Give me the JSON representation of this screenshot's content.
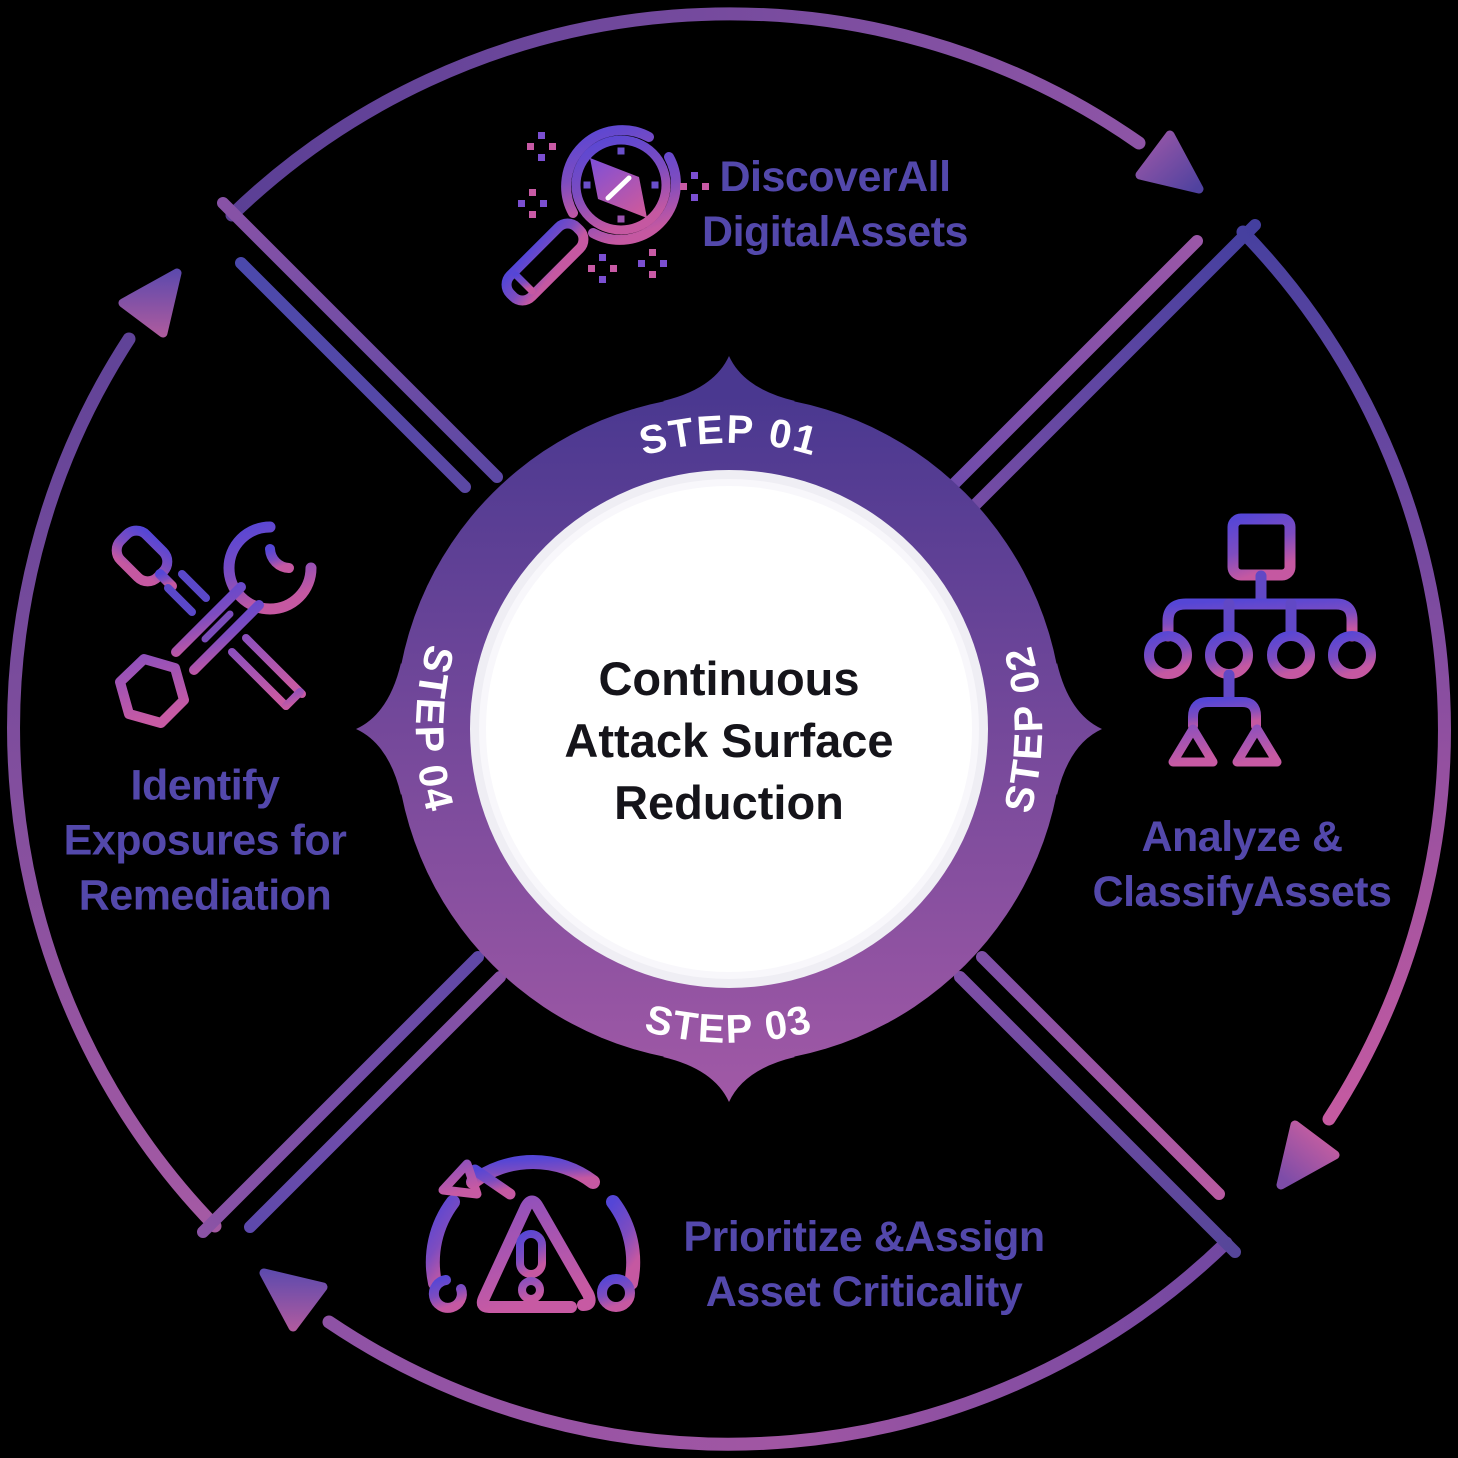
{
  "diagram": {
    "background_color": "#000000",
    "center": {
      "title_lines": [
        "Continuous",
        "Attack Surface",
        "Reduction"
      ]
    },
    "steps": [
      {
        "badge": "STEP 01",
        "position": "top",
        "icon": "magnifier-compass-icon",
        "label_lines": [
          "DiscoverAll",
          "DigitalAssets"
        ]
      },
      {
        "badge": "STEP 02",
        "position": "right",
        "icon": "hierarchy-classify-icon",
        "label_lines": [
          "Analyze &",
          "ClassifyAssets"
        ]
      },
      {
        "badge": "STEP 03",
        "position": "bottom",
        "icon": "gauge-warning-icon",
        "label_lines": [
          "Prioritize &Assign",
          "Asset Criticality"
        ]
      },
      {
        "badge": "STEP 04",
        "position": "left",
        "icon": "tools-remediation-icon",
        "label_lines": [
          "Identify",
          "Exposures for",
          "Remediation"
        ]
      }
    ],
    "colors": {
      "ring_top": "#4a3890",
      "ring_bottom": "#a159a6",
      "step_badge_text": "#ffffff",
      "label_text": "#5348ab",
      "title_text": "#15141a",
      "icon_violet": "#5546d6",
      "icon_pink": "#c558a1",
      "arc_indigo": "#46409f",
      "arc_pink": "#c95ba1",
      "center_circle": "#ffffff"
    }
  }
}
